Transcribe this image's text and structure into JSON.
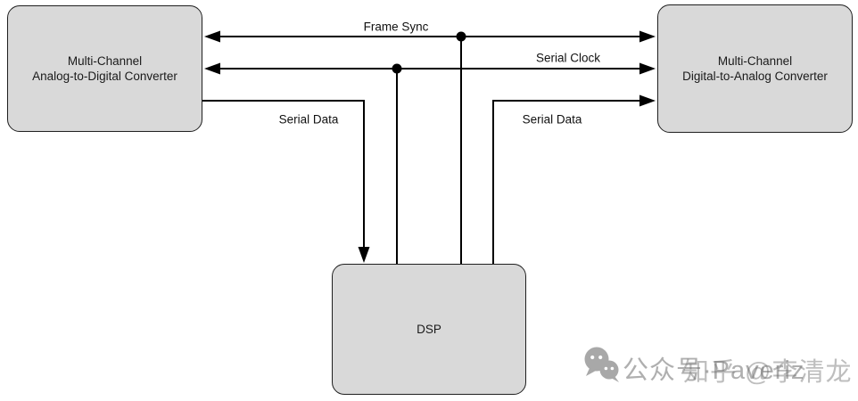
{
  "diagram": {
    "boxes": {
      "adc": {
        "line1": "Multi-Channel",
        "line2": "Analog-to-Digital Converter"
      },
      "dac": {
        "line1": "Multi-Channel",
        "line2": "Digital-to-Analog Converter"
      },
      "dsp": {
        "label": "DSP"
      }
    },
    "wires": {
      "frame_sync": {
        "label": "Frame Sync"
      },
      "serial_clock": {
        "label": "Serial Clock"
      },
      "serial_data_left": {
        "label": "Serial Data"
      },
      "serial_data_right": {
        "label": "Serial Data"
      }
    },
    "colors": {
      "box_fill": "#d9d9d9",
      "box_border": "#1f1f1f",
      "wire": "#000000",
      "label_text": "#111111",
      "watermark_gray": "#a8a8a8"
    }
  },
  "watermark": {
    "wechat_text": "公众号·Paveriz",
    "zhihu_text": "知乎 @李清龙",
    "icon": "wechat-icon"
  }
}
